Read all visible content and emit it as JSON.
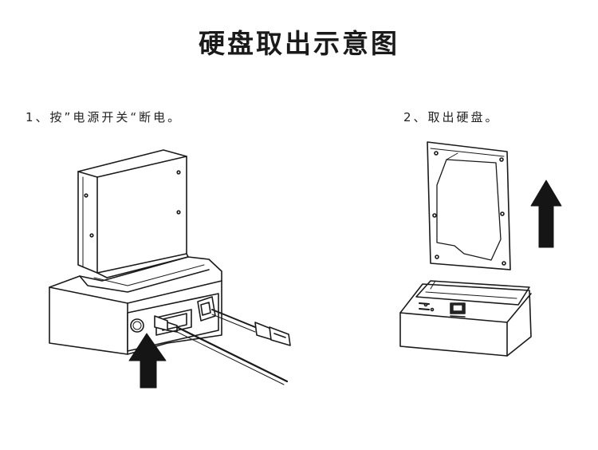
{
  "title": "硬盘取出示意图",
  "steps": [
    {
      "label": "1、按”电源开关“断电。"
    },
    {
      "label": "2、取出硬盘。"
    }
  ],
  "icons": [
    "usb-plug-icon",
    "power-arrow-icon",
    "lift-arrow-icon"
  ],
  "colors": {
    "stroke": "#1a1a1a",
    "arrow": "#151515",
    "background": "#ffffff"
  }
}
